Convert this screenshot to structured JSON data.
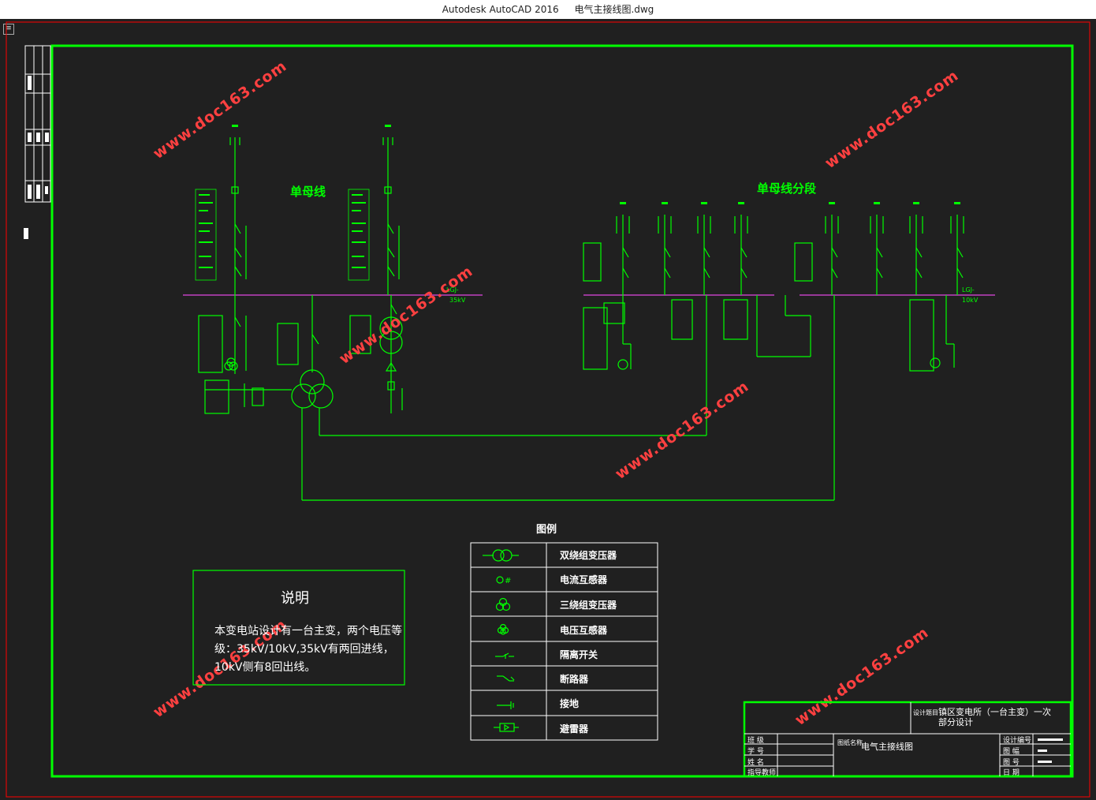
{
  "window": {
    "app": "Autodesk AutoCAD 2016",
    "file": "电气主接线图.dwg"
  },
  "diagram": {
    "single_bus_label": "单母线",
    "sectioned_bus_label": "单母线分段",
    "bus35_cable": "LGJ-",
    "bus35_voltage": "35kV",
    "bus10_voltage": "10kV",
    "bus10_cable": "LGJ-"
  },
  "notes": {
    "title": "说明",
    "lines": [
      "本变电站设计有一台主变，两个电压等",
      "级：35kV/10kV,35kV有两回进线，",
      "10kV侧有8回出线。"
    ]
  },
  "legend": {
    "title": "图例",
    "items": [
      {
        "icon": "two-winding-transformer-icon",
        "label": "双绕组变压器"
      },
      {
        "icon": "current-transformer-icon",
        "label": "电流互感器"
      },
      {
        "icon": "three-winding-transformer-icon",
        "label": "三绕组变压器"
      },
      {
        "icon": "voltage-transformer-icon",
        "label": "电压互感器"
      },
      {
        "icon": "disconnector-icon",
        "label": "隔离开关"
      },
      {
        "icon": "circuit-breaker-icon",
        "label": "断路器"
      },
      {
        "icon": "grounding-icon",
        "label": "接地"
      },
      {
        "icon": "surge-arrester-icon",
        "label": "避雷器"
      }
    ]
  },
  "title_block": {
    "project_label": "设计题目",
    "project_line1": "镇区变电所（一台主变）一次",
    "project_line2": "部分设计",
    "drawing_label": "图纸名称",
    "drawing_name": "电气主接线图",
    "left_rows": [
      "班 级",
      "学 号",
      "姓 名",
      "指导教师"
    ],
    "right_rows": [
      "设计编号",
      "图 幅",
      "图 号",
      "日 期"
    ]
  },
  "watermark": "www.doc163.com",
  "colors": {
    "line": "#00ff00",
    "bus": "#c040c0",
    "frame": "#00ff00",
    "border": "#ff0000",
    "background": "#202020"
  }
}
